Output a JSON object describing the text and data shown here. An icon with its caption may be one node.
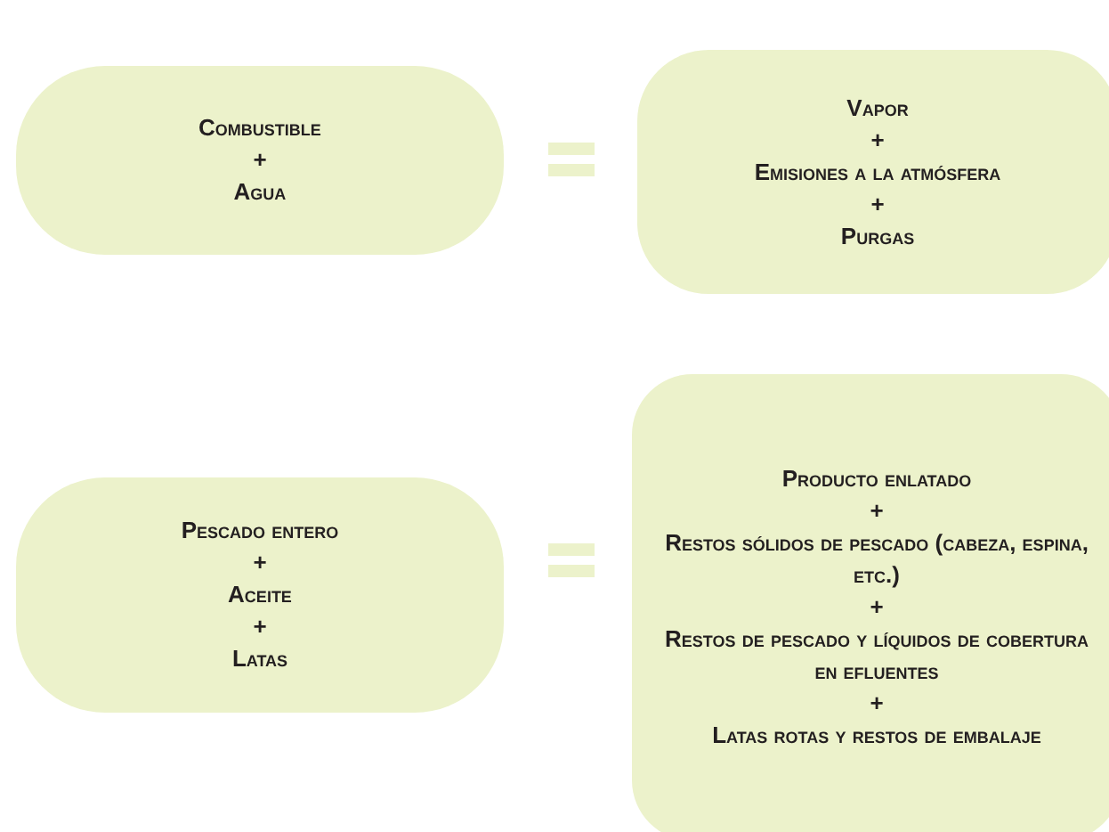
{
  "diagram": {
    "nodes": [
      {
        "text": [
          "Combustible",
          "+",
          "Agua"
        ]
      },
      {
        "text": [
          "Vapor",
          "+",
          "Emisiones a la atmósfera",
          "+",
          "Purgas"
        ]
      },
      {
        "text": [
          "Pescado entero",
          "+",
          "Aceite",
          "+",
          "Latas"
        ]
      },
      {
        "text": [
          "Producto enlatado",
          "+",
          "Restos sólidos de pescado (cabeza, espina, etc.)",
          "+",
          "Restos de pescado y líquidos de cobertura en efluentes",
          "+",
          "Latas rotas y restos de embalaje"
        ]
      }
    ]
  }
}
